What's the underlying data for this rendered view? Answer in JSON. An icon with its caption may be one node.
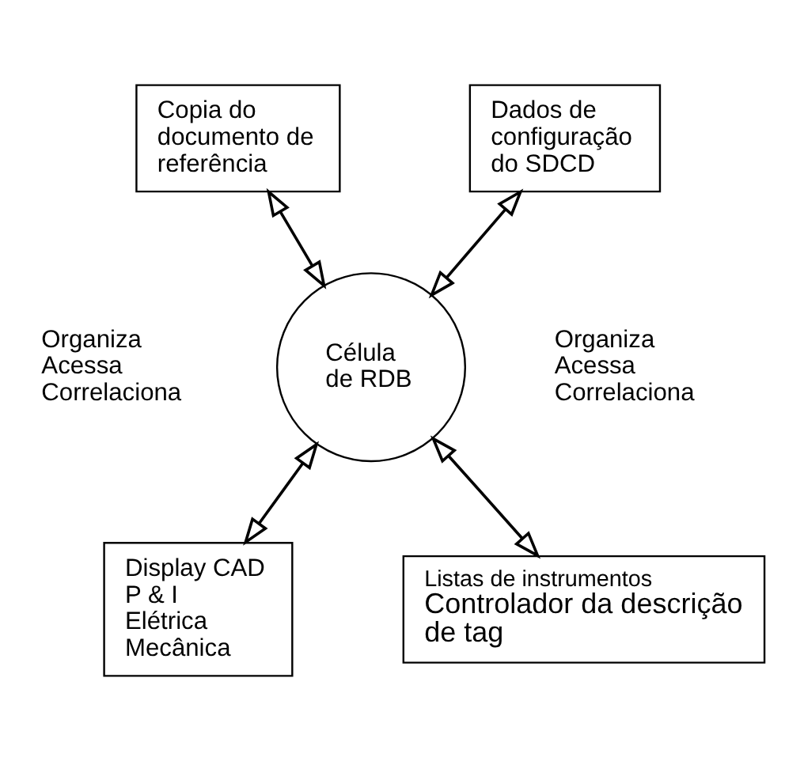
{
  "diagram": {
    "nodes": [
      {
        "text": [
          "Copia do documento de referência"
        ]
      },
      {
        "text": [
          "Dados de configuração do SDCD"
        ]
      },
      {
        "text": [
          "Célula de RDB"
        ]
      },
      {
        "text": [
          "Display CAD P & I Elétrica Mecânica"
        ]
      },
      {
        "text": [
          "Listas de instrumentos",
          "Controlador da descrição de tag"
        ]
      }
    ],
    "edges": [
      {
        "from": 0,
        "to": 2,
        "arrow": "both"
      },
      {
        "from": 1,
        "to": 2,
        "arrow": "both"
      },
      {
        "from": 2,
        "to": 3,
        "arrow": "both"
      },
      {
        "from": 2,
        "to": 4,
        "arrow": "both"
      }
    ],
    "labels": [
      "Organiza Acessa Correlaciona",
      "Organiza Acessa Correlaciona"
    ]
  }
}
